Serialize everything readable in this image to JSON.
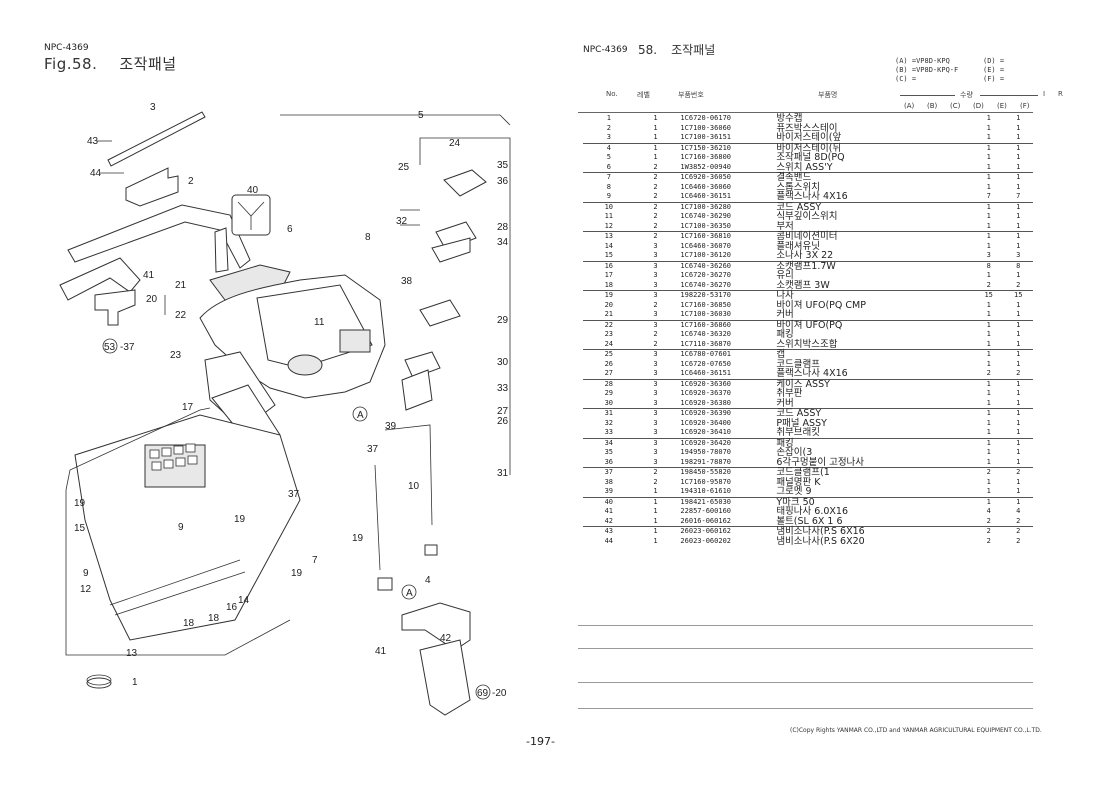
{
  "left_page": {
    "doc_code": "NPC-4369",
    "figure_label": "Fig.58.",
    "figure_title": "조작패널",
    "callouts": [
      "1",
      "2",
      "3",
      "4",
      "5",
      "6",
      "7",
      "8",
      "9",
      "10",
      "11",
      "12",
      "13",
      "14",
      "15",
      "16",
      "17",
      "18",
      "19",
      "20",
      "21",
      "22",
      "23",
      "24",
      "25",
      "26",
      "27",
      "28",
      "29",
      "30",
      "31",
      "32",
      "33",
      "34",
      "35",
      "36",
      "37",
      "38",
      "39",
      "40",
      "41",
      "42",
      "43",
      "44",
      "A",
      "53 -37",
      "69 -20"
    ]
  },
  "right_page": {
    "doc_code": "NPC-4369",
    "section_number": "58.",
    "section_title": "조작패널",
    "models": {
      "A": "(A) =VP8D-KPQ",
      "B": "(B) =VP8D-KPQ-F",
      "C": "(C) =",
      "D": "(D) =",
      "E": "(E) =",
      "F": "(F) ="
    },
    "headers": {
      "no": "No.",
      "level": "레벨",
      "part_number": "부품번호",
      "part_name": "부품명",
      "quantity": "수량",
      "i": "I",
      "r": "R",
      "qty_cols": [
        "(A)",
        "(B)",
        "(C)",
        "(D)",
        "(E)",
        "(F)"
      ]
    },
    "parts": [
      {
        "no": "1",
        "level": "1",
        "part_number": "1C6720-06170",
        "name": "방수캡",
        "a": "1",
        "b": "1"
      },
      {
        "no": "2",
        "level": "1",
        "part_number": "1C7100-36060",
        "name": "퓨즈박스스테이",
        "a": "1",
        "b": "1"
      },
      {
        "no": "3",
        "level": "1",
        "part_number": "1C7100-36151",
        "name": "바이저스테이(앞",
        "a": "1",
        "b": "1"
      },
      {
        "no": "4",
        "level": "1",
        "part_number": "1C7150-36210",
        "name": "바이저스테이(뒤",
        "a": "1",
        "b": "1"
      },
      {
        "no": "5",
        "level": "1",
        "part_number": "1C7160-36800",
        "name": "조작패널 8D(PQ",
        "a": "1",
        "b": "1"
      },
      {
        "no": "6",
        "level": "2",
        "part_number": "1W3852-00940",
        "name": "스위치 ASS'Y",
        "a": "1",
        "b": "1"
      },
      {
        "no": "7",
        "level": "2",
        "part_number": "1C6920-36050",
        "name": "결속밴드",
        "a": "1",
        "b": "1"
      },
      {
        "no": "8",
        "level": "2",
        "part_number": "1C6460-36060",
        "name": "스톱스위치",
        "a": "1",
        "b": "1"
      },
      {
        "no": "9",
        "level": "2",
        "part_number": "1C6460-36151",
        "name": "플랙스나사 4X16",
        "a": "7",
        "b": "7"
      },
      {
        "no": "10",
        "level": "2",
        "part_number": "1C7100-36280",
        "name": "코드 ASSY",
        "a": "1",
        "b": "1"
      },
      {
        "no": "11",
        "level": "2",
        "part_number": "1C6740-36290",
        "name": "식부깊이스위치",
        "a": "1",
        "b": "1"
      },
      {
        "no": "12",
        "level": "2",
        "part_number": "1C7100-36350",
        "name": "부저",
        "a": "1",
        "b": "1"
      },
      {
        "no": "13",
        "level": "2",
        "part_number": "1C7160-36810",
        "name": "콤비네이션미터",
        "a": "1",
        "b": "1"
      },
      {
        "no": "14",
        "level": "3",
        "part_number": "1C6460-36070",
        "name": "플래셔유닛",
        "a": "1",
        "b": "1"
      },
      {
        "no": "15",
        "level": "3",
        "part_number": "1C7100-36120",
        "name": "소나사 3X 22",
        "a": "3",
        "b": "3"
      },
      {
        "no": "16",
        "level": "3",
        "part_number": "1C6740-36260",
        "name": "소캣램프1.7W",
        "a": "8",
        "b": "8"
      },
      {
        "no": "17",
        "level": "3",
        "part_number": "1C6720-36270",
        "name": "유리",
        "a": "1",
        "b": "1"
      },
      {
        "no": "18",
        "level": "3",
        "part_number": "1C6740-36270",
        "name": "소캣램프 3W",
        "a": "2",
        "b": "2"
      },
      {
        "no": "19",
        "level": "3",
        "part_number": "198220-53170",
        "name": "나사",
        "a": "15",
        "b": "15"
      },
      {
        "no": "20",
        "level": "2",
        "part_number": "1C7160-36850",
        "name": "바이져 UFO(PQ CMP",
        "a": "1",
        "b": "1"
      },
      {
        "no": "21",
        "level": "3",
        "part_number": "1C7100-36030",
        "name": "커버",
        "a": "1",
        "b": "1"
      },
      {
        "no": "22",
        "level": "3",
        "part_number": "1C7160-36860",
        "name": "바이져 UFO(PQ",
        "a": "1",
        "b": "1"
      },
      {
        "no": "23",
        "level": "2",
        "part_number": "1C6740-36320",
        "name": "패킹",
        "a": "1",
        "b": "1"
      },
      {
        "no": "24",
        "level": "2",
        "part_number": "1C7110-36870",
        "name": "스위치박스조합",
        "a": "1",
        "b": "1"
      },
      {
        "no": "25",
        "level": "3",
        "part_number": "1C6780-07601",
        "name": "캡",
        "a": "1",
        "b": "1"
      },
      {
        "no": "26",
        "level": "3",
        "part_number": "1C6720-07650",
        "name": "코드클램프",
        "a": "1",
        "b": "1"
      },
      {
        "no": "27",
        "level": "3",
        "part_number": "1C6460-36151",
        "name": "플랙스나사 4X16",
        "a": "2",
        "b": "2"
      },
      {
        "no": "28",
        "level": "3",
        "part_number": "1C6920-36360",
        "name": "케이스 ASSY",
        "a": "1",
        "b": "1"
      },
      {
        "no": "29",
        "level": "3",
        "part_number": "1C6920-36370",
        "name": "취부판",
        "a": "1",
        "b": "1"
      },
      {
        "no": "30",
        "level": "3",
        "part_number": "1C6920-36380",
        "name": "커버",
        "a": "1",
        "b": "1"
      },
      {
        "no": "31",
        "level": "3",
        "part_number": "1C6920-36390",
        "name": "코드 ASSY",
        "a": "1",
        "b": "1"
      },
      {
        "no": "32",
        "level": "3",
        "part_number": "1C6920-36400",
        "name": "P패널 ASSY",
        "a": "1",
        "b": "1"
      },
      {
        "no": "33",
        "level": "3",
        "part_number": "1C6920-36410",
        "name": "취부브래킷",
        "a": "1",
        "b": "1"
      },
      {
        "no": "34",
        "level": "3",
        "part_number": "1C6920-36420",
        "name": "패킹",
        "a": "1",
        "b": "1"
      },
      {
        "no": "35",
        "level": "3",
        "part_number": "194950-78070",
        "name": "손잡이(3",
        "a": "1",
        "b": "1"
      },
      {
        "no": "36",
        "level": "3",
        "part_number": "198291-78870",
        "name": "6각구멍붙이 고정나사",
        "a": "1",
        "b": "1"
      },
      {
        "no": "37",
        "level": "2",
        "part_number": "198450-55820",
        "name": "코드클램프(1",
        "a": "2",
        "b": "2"
      },
      {
        "no": "38",
        "level": "2",
        "part_number": "1C7160-95870",
        "name": "패널명판 K",
        "a": "1",
        "b": "1"
      },
      {
        "no": "39",
        "level": "1",
        "part_number": "194310-61610",
        "name": "그로멧 9",
        "a": "1",
        "b": "1"
      },
      {
        "no": "40",
        "level": "1",
        "part_number": "198421-65030",
        "name": "Y마크 50",
        "a": "1",
        "b": "1"
      },
      {
        "no": "41",
        "level": "1",
        "part_number": "22857-600160",
        "name": "태핑나사 6.0X16",
        "a": "4",
        "b": "4"
      },
      {
        "no": "42",
        "level": "1",
        "part_number": "26016-060162",
        "name": "볼트(SL 6X 1 6",
        "a": "2",
        "b": "2"
      },
      {
        "no": "43",
        "level": "1",
        "part_number": "26023-060162",
        "name": "냄비소나사(P.S 6X16",
        "a": "2",
        "b": "2"
      },
      {
        "no": "44",
        "level": "1",
        "part_number": "26023-060202",
        "name": "냄비소나사(P.S 6X20",
        "a": "2",
        "b": "2"
      }
    ],
    "copyright": "(C)Copy Rights  YANMAR CO.,LTD and YANMAR AGRICULTURAL EQUIPMENT CO.,L.TD."
  },
  "page_number": "-197-"
}
